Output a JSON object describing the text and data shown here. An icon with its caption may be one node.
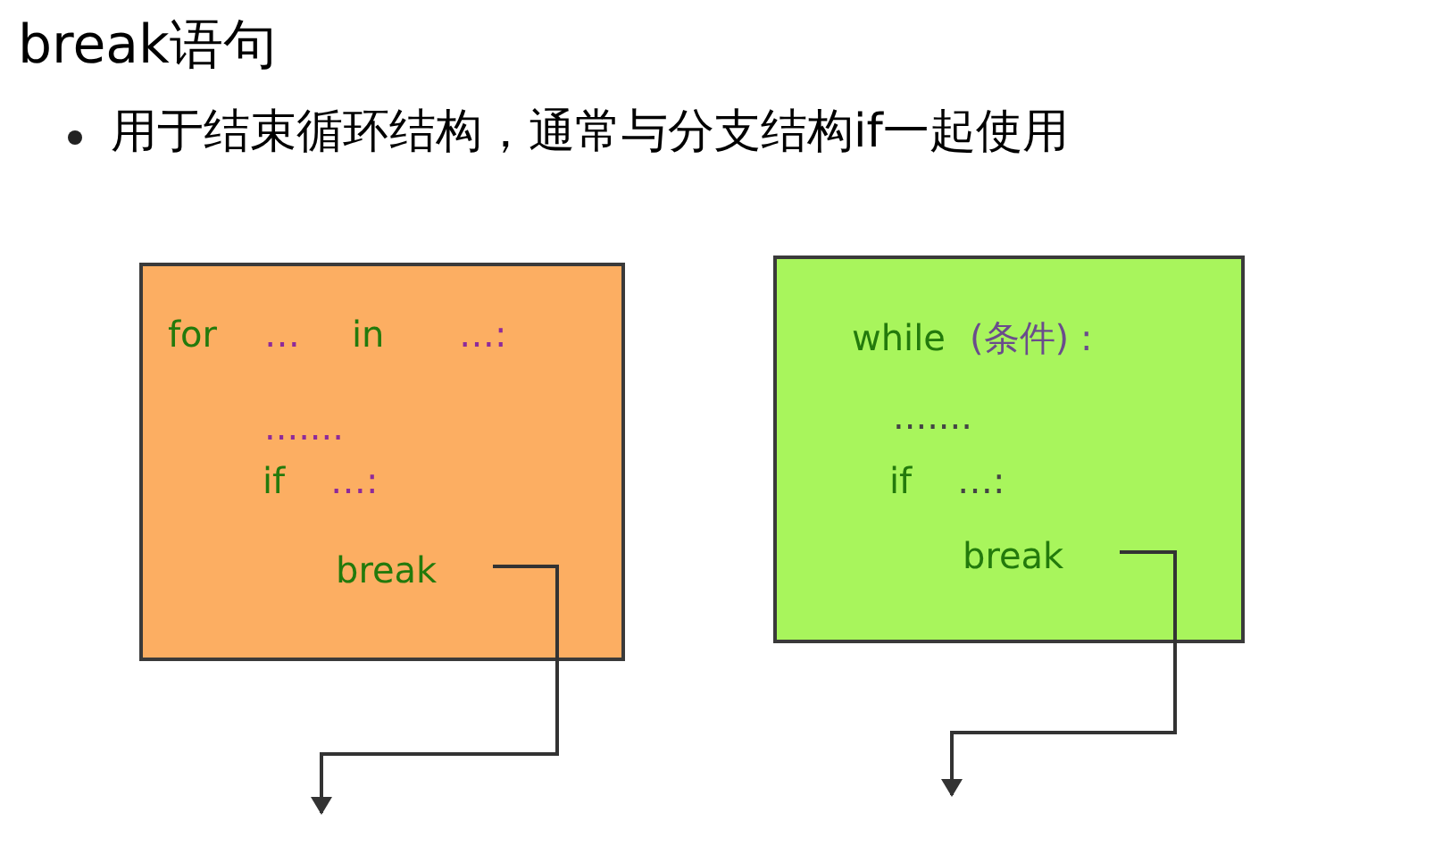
{
  "diagram": {
    "title": "break语句",
    "nodes": [
      {
        "text": [
          "for",
          "…",
          "in",
          "…:",
          ".......",
          "if",
          "…:"
        ]
      },
      {
        "text": [
          "break"
        ],
        "in": 0
      },
      {
        "text": [
          "while",
          "(条件) :",
          ".......",
          "if",
          "…:"
        ]
      },
      {
        "text": [
          "break"
        ],
        "in": 2
      }
    ],
    "edges": [
      {
        "from": 1,
        "to": null,
        "arrow": "to"
      },
      {
        "from": 3,
        "to": null,
        "arrow": "to"
      }
    ],
    "labels": [
      "用于结束循环结构，通常与分支结构if一起使用"
    ]
  }
}
